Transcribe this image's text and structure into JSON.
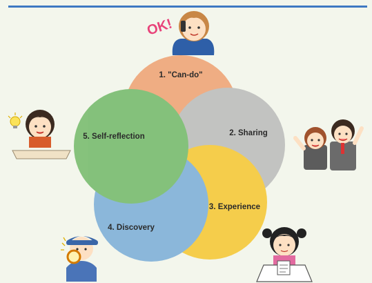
{
  "diagram": {
    "circles": [
      {
        "label": "1. \"Can-do\"",
        "color": "#ee9966"
      },
      {
        "label": "2. Sharing",
        "color": "#b5b5b5"
      },
      {
        "label": "3. Experience",
        "color": "#f6c21f"
      },
      {
        "label": "4. Discovery",
        "color": "#6fa6d6"
      },
      {
        "label": "5. Self-reflection",
        "color": "#66b35c"
      }
    ],
    "ok_text": "OK!"
  }
}
